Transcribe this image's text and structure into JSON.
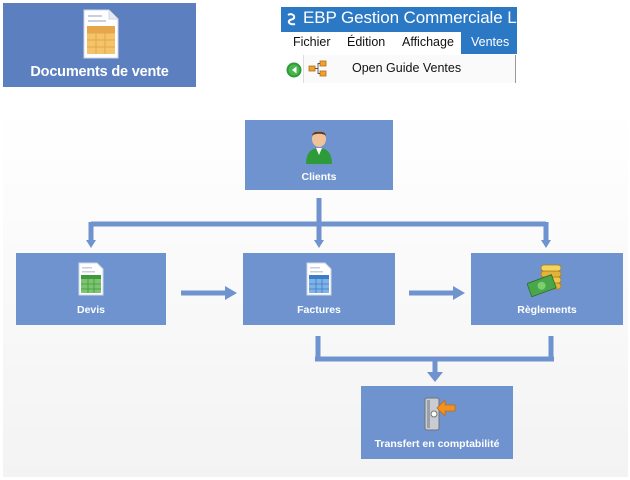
{
  "tile": {
    "label": "Documents de vente",
    "icon": "spreadsheet-document-icon"
  },
  "app": {
    "title": "EBP Gestion Commerciale Ligne",
    "menu": [
      {
        "label": "Fichier"
      },
      {
        "label": "Édition"
      },
      {
        "label": "Affichage"
      },
      {
        "label": "Ventes",
        "active": true
      }
    ],
    "dropdown": {
      "item_label": "Open Guide Ventes",
      "item_icon": "flowchart-icon"
    },
    "back_icon": "green-back-arrow-icon"
  },
  "diagram": {
    "nodes": {
      "clients": {
        "label": "Clients",
        "icon": "person-icon"
      },
      "devis": {
        "label": "Devis",
        "icon": "green-spreadsheet-icon"
      },
      "factures": {
        "label": "Factures",
        "icon": "blue-spreadsheet-icon"
      },
      "reglements": {
        "label": "Règlements",
        "icon": "money-coins-icon"
      },
      "transfert": {
        "label": "Transfert en comptabilité",
        "icon": "binder-arrow-icon"
      }
    }
  },
  "colors": {
    "tile_bg": "#5b7fbf",
    "titlebar_bg": "#2b78c5",
    "node_bg": "#6f93cf",
    "connector": "#6f93cf"
  }
}
